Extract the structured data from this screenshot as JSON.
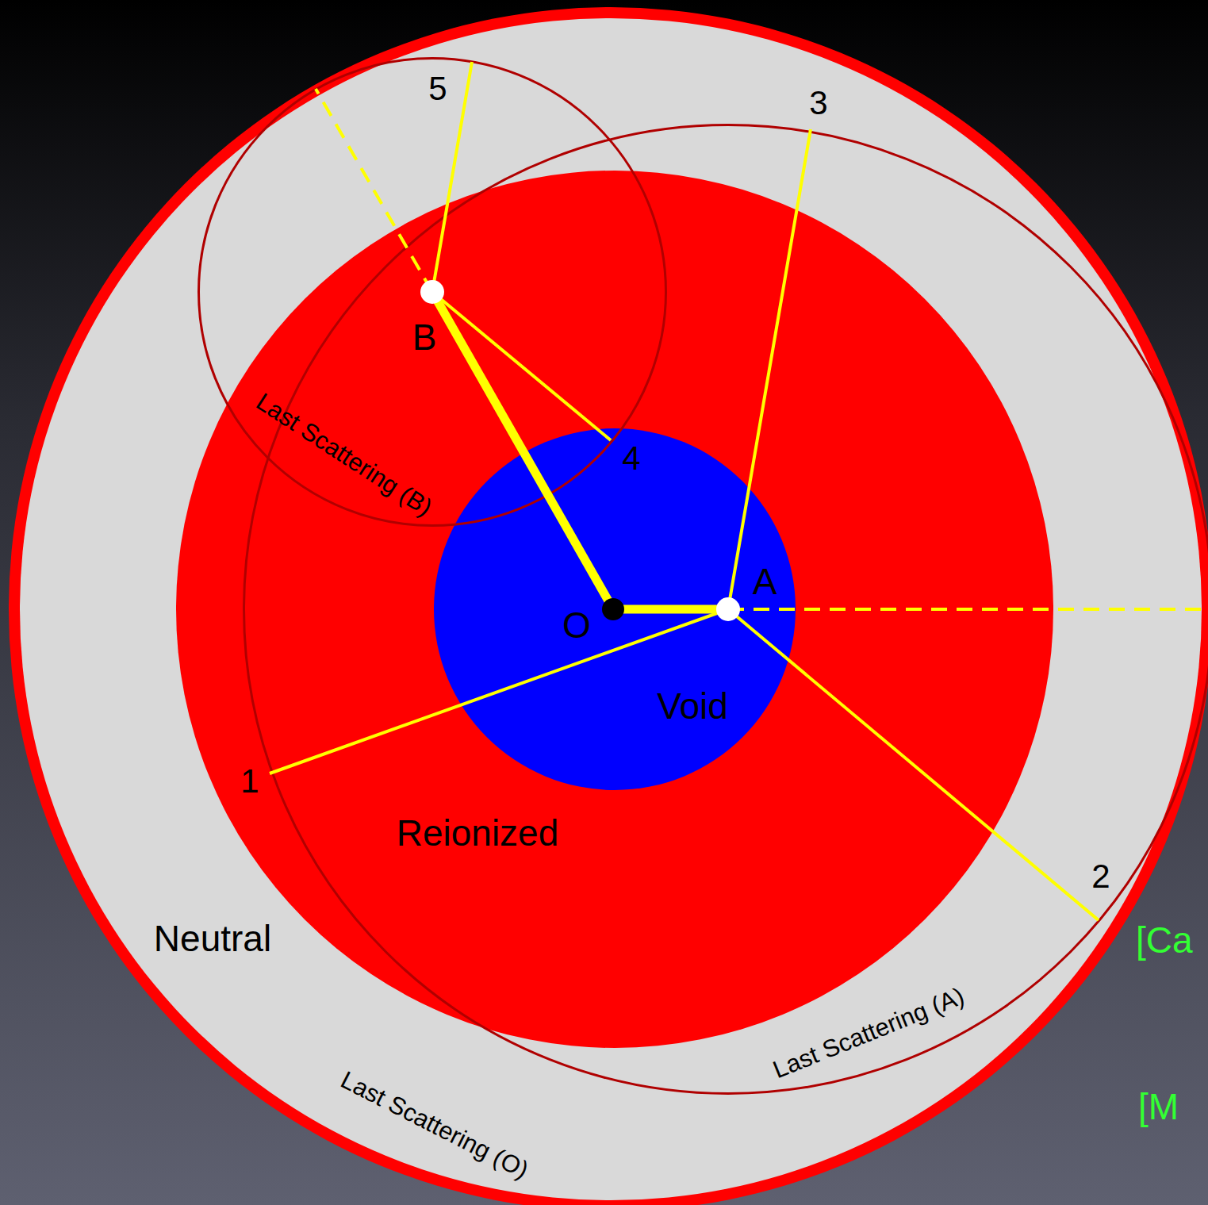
{
  "diagram": {
    "nodes": [
      {
        "text": [
          "Last Scattering (O)"
        ]
      },
      {
        "text": [
          "Neutral"
        ],
        "in": 0
      },
      {
        "text": [
          "Reionized"
        ],
        "in": 1
      },
      {
        "text": [
          "Void"
        ],
        "in": 2
      },
      {
        "text": [
          "Last Scattering (A)"
        ]
      },
      {
        "text": [
          "Last Scattering (B)"
        ]
      }
    ],
    "labels": [
      "O",
      "A",
      "B",
      "1",
      "2",
      "3",
      "4",
      "5",
      "[Ca",
      "[M"
    ]
  }
}
